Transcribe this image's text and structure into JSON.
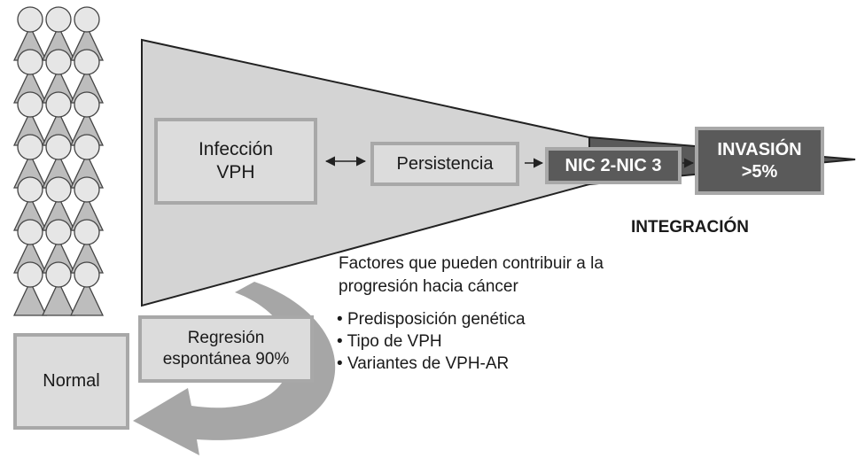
{
  "colors": {
    "cone_fill": "#d4d4d4",
    "dark_fill": "#5a5a5a",
    "box_fill": "#dcdcdc",
    "box_border": "#a8a8a8",
    "stroke": "#222222",
    "regression_arrow": "#a6a6a6"
  },
  "icons": {
    "cell_column": "cell-stack-icon",
    "regression": "curved-arrow-icon"
  },
  "boxes": {
    "infection": "Infección\nVPH",
    "persistence": "Persistencia",
    "nic": "NIC 2-NIC 3",
    "invasion": "INVASIÓN\n>5%",
    "normal": "Normal",
    "regression": "Regresión\nespontánea 90%"
  },
  "integration_label": "INTEGRACIÓN",
  "factors": {
    "heading": "Factores que pueden contribuir a la\nprogresión hacia cáncer",
    "items": [
      "Predisposición genética",
      "Tipo de VPH",
      "Variantes de VPH-AR"
    ]
  }
}
